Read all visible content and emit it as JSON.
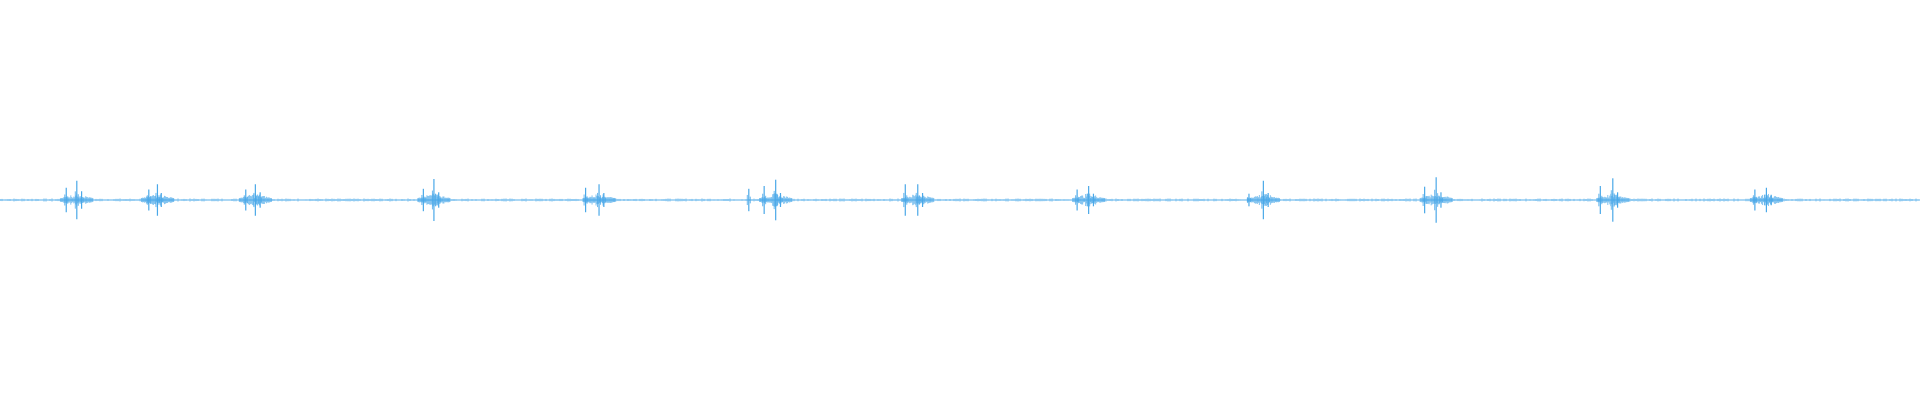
{
  "waveform": {
    "color": "#4aa8e8",
    "background": "#ffffff",
    "transient_count": 12,
    "clusters": [
      {
        "position": 0.04,
        "spikes": [
          {
            "offset": -0.0055,
            "amp": 0.35
          },
          {
            "offset": 0.0,
            "amp": 0.55
          },
          {
            "offset": 0.0025,
            "amp": 0.25
          }
        ]
      },
      {
        "position": 0.082,
        "spikes": [
          {
            "offset": -0.0045,
            "amp": 0.3
          },
          {
            "offset": 0.0,
            "amp": 0.45
          },
          {
            "offset": 0.002,
            "amp": 0.2
          }
        ]
      },
      {
        "position": 0.133,
        "spikes": [
          {
            "offset": -0.005,
            "amp": 0.3
          },
          {
            "offset": 0.0,
            "amp": 0.45
          },
          {
            "offset": 0.0025,
            "amp": 0.22
          }
        ]
      },
      {
        "position": 0.226,
        "spikes": [
          {
            "offset": -0.0055,
            "amp": 0.32
          },
          {
            "offset": 0.0,
            "amp": 0.6
          },
          {
            "offset": 0.0025,
            "amp": 0.22
          }
        ]
      },
      {
        "position": 0.312,
        "spikes": [
          {
            "offset": -0.007,
            "amp": 0.35
          },
          {
            "offset": 0.0,
            "amp": 0.45
          },
          {
            "offset": 0.0025,
            "amp": 0.2
          }
        ]
      },
      {
        "position": 0.404,
        "spikes": [
          {
            "offset": -0.014,
            "amp": 0.32
          },
          {
            "offset": -0.006,
            "amp": 0.4
          },
          {
            "offset": 0.0,
            "amp": 0.58
          },
          {
            "offset": 0.0025,
            "amp": 0.2
          }
        ]
      },
      {
        "position": 0.478,
        "spikes": [
          {
            "offset": -0.0065,
            "amp": 0.45
          },
          {
            "offset": 0.0,
            "amp": 0.45
          },
          {
            "offset": 0.0025,
            "amp": 0.2
          }
        ]
      },
      {
        "position": 0.567,
        "spikes": [
          {
            "offset": -0.006,
            "amp": 0.3
          },
          {
            "offset": 0.0,
            "amp": 0.4
          },
          {
            "offset": 0.0025,
            "amp": 0.18
          }
        ]
      },
      {
        "position": 0.658,
        "spikes": [
          {
            "offset": -0.0075,
            "amp": 0.18
          },
          {
            "offset": 0.0,
            "amp": 0.55
          },
          {
            "offset": 0.0025,
            "amp": 0.2
          }
        ]
      },
      {
        "position": 0.748,
        "spikes": [
          {
            "offset": -0.006,
            "amp": 0.38
          },
          {
            "offset": 0.0,
            "amp": 0.65
          },
          {
            "offset": 0.0025,
            "amp": 0.22
          }
        ]
      },
      {
        "position": 0.84,
        "spikes": [
          {
            "offset": -0.0065,
            "amp": 0.4
          },
          {
            "offset": 0.0,
            "amp": 0.62
          },
          {
            "offset": 0.0025,
            "amp": 0.22
          }
        ]
      },
      {
        "position": 0.92,
        "spikes": [
          {
            "offset": -0.006,
            "amp": 0.3
          },
          {
            "offset": 0.0,
            "amp": 0.35
          },
          {
            "offset": 0.0025,
            "amp": 0.15
          }
        ]
      }
    ]
  }
}
